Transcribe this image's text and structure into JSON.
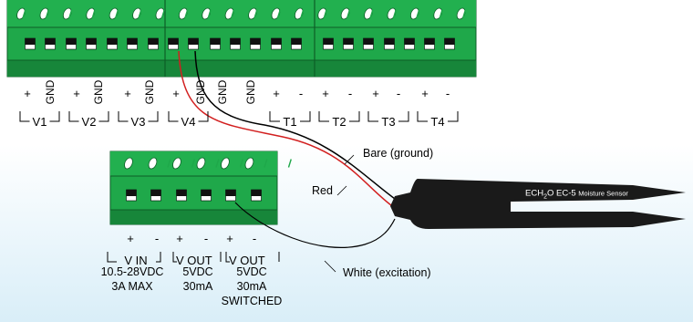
{
  "colors": {
    "terminal_green": "#1fa84a",
    "terminal_dark_green": "#17863a",
    "sensor_body": "#1a1a1a",
    "wire_red": "#d21f1f",
    "wire_black": "#000000",
    "background_tint": "#eaf6fb"
  },
  "icons": {
    "screw": "screw-icon",
    "socket": "terminal-socket-icon",
    "sensor": "moisture-sensor-icon"
  },
  "main_block": {
    "screw_count": 20,
    "pin_labels": [
      "+",
      "GND",
      "+",
      "GND",
      "+",
      "GND",
      "+",
      "GND",
      "GND",
      "GND",
      "+",
      "-",
      "+",
      "-",
      "+",
      "-",
      "+",
      "-"
    ],
    "groups": [
      "V1",
      "V2",
      "V3",
      "V4",
      "T1",
      "T2",
      "T3",
      "T4"
    ]
  },
  "power_block": {
    "screw_count": 6,
    "pin_labels": [
      "+",
      "-",
      "+",
      "-",
      "+",
      "-"
    ],
    "groups": [
      "V IN",
      "V OUT",
      "V OUT"
    ],
    "specs": {
      "vin_voltage": "10.5-28VDC",
      "vin_current": "3A MAX",
      "vout1_voltage": "5VDC",
      "vout1_current": "30mA",
      "vout2_voltage": "5VDC",
      "vout2_current": "30mA",
      "vout2_note": "SWITCHED"
    }
  },
  "labels": {
    "bare": "Bare (ground)",
    "red": "Red",
    "white": "White (excitation)",
    "sensor_prefix": "ECH",
    "sensor_sub": "2",
    "sensor_suffix": "O EC-5",
    "sensor_small": "Moisture Sensor"
  }
}
